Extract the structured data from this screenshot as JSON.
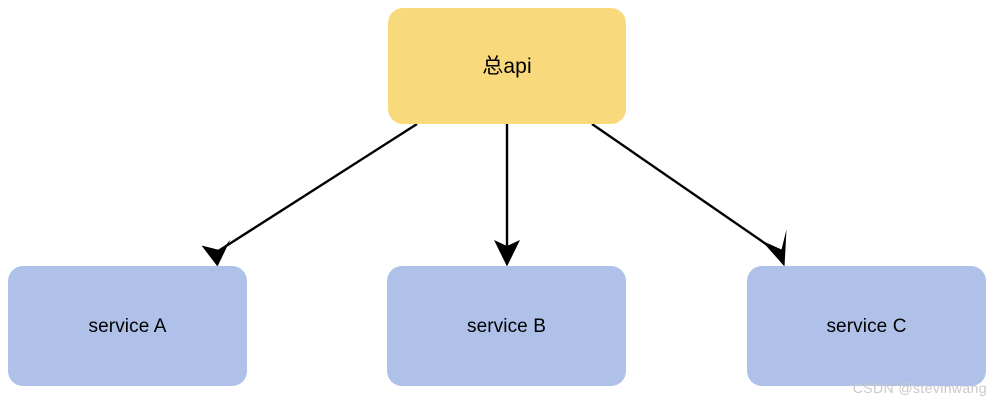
{
  "diagram": {
    "type": "node-edge-tree",
    "title": "",
    "background_color": "#ffffff",
    "root": {
      "id": "root",
      "label": "总api",
      "fill_color": "#F8DA7D",
      "text_color": "#000000"
    },
    "leaves": [
      {
        "id": "service-a",
        "label": "service A",
        "fill_color": "#AFC1E9",
        "text_color": "#000000"
      },
      {
        "id": "service-b",
        "label": "service B",
        "fill_color": "#AFC1E9",
        "text_color": "#000000"
      },
      {
        "id": "service-c",
        "label": "service C",
        "fill_color": "#AFC1E9",
        "text_color": "#000000"
      }
    ],
    "edges": [
      {
        "id": "edge-root-a",
        "from": "root",
        "to": "service-a",
        "color": "#000000",
        "arrow": "triangle"
      },
      {
        "id": "edge-root-b",
        "from": "root",
        "to": "service-b",
        "color": "#000000",
        "arrow": "triangle"
      },
      {
        "id": "edge-root-c",
        "from": "root",
        "to": "service-c",
        "color": "#000000",
        "arrow": "triangle"
      }
    ]
  },
  "watermark": {
    "text": "CSDN @stevinwang",
    "color": "#c9c9c9"
  }
}
